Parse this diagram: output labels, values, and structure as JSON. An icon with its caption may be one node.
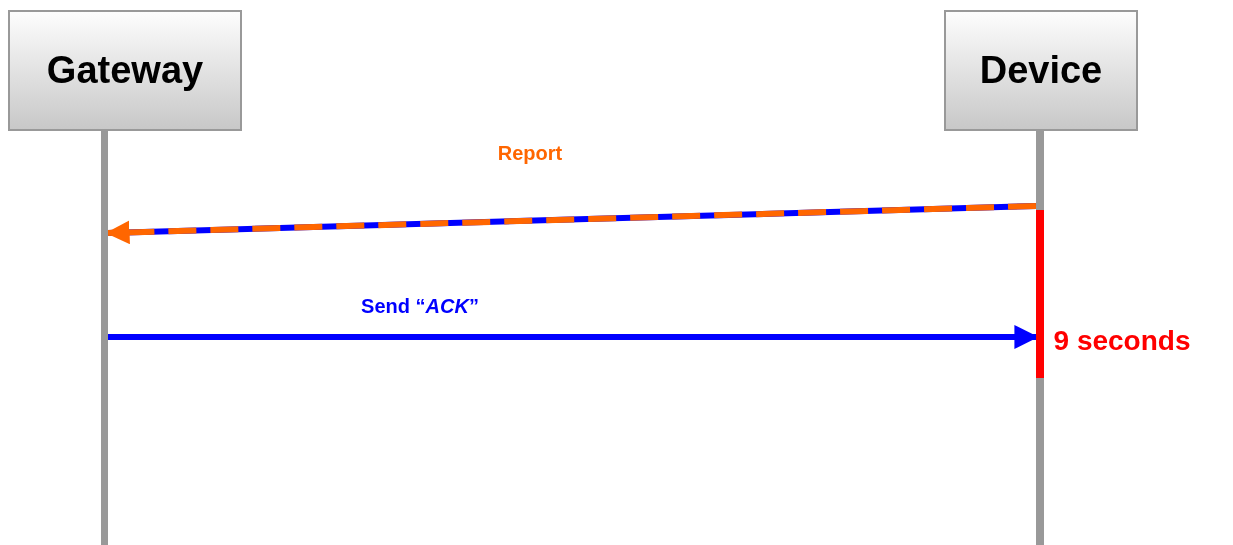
{
  "diagram": {
    "nodes": [
      {
        "text": [
          "Gateway"
        ]
      },
      {
        "text": [
          "Device"
        ]
      },
      {
        "text": [],
        "shape": "bar"
      },
      {
        "text": [],
        "shape": "bar"
      },
      {
        "text": [],
        "shape": "bar",
        "beside": [
          "9 seconds"
        ],
        "in": 3
      }
    ],
    "edges": [
      {
        "from": 3,
        "to": 2,
        "arrow": "to",
        "label": "Report",
        "style": "dashed",
        "color": "#ff6600"
      },
      {
        "from": 2,
        "to": 4,
        "arrow": "to",
        "label": "Send “*ACK*”",
        "color": "#0000ff"
      }
    ]
  }
}
